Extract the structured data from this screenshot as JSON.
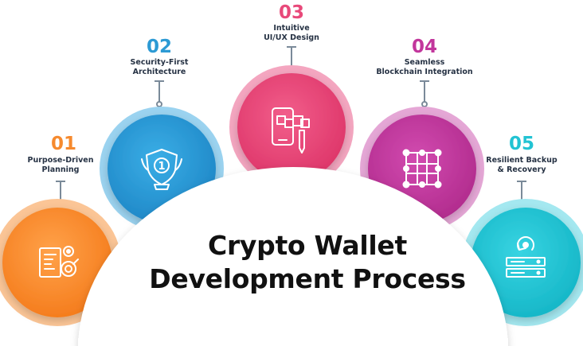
{
  "title": {
    "line1": "Crypto Wallet",
    "line2": "Development Process"
  },
  "steps": [
    {
      "number": "01",
      "label_line1": "Purpose-Driven",
      "label_line2": "Planning",
      "color": "#F68A2E",
      "icon": "planning-document-gears-icon"
    },
    {
      "number": "02",
      "label_line1": "Security-First",
      "label_line2": "Architecture",
      "color": "#2C9AD4",
      "icon": "shield-award-badge-icon"
    },
    {
      "number": "03",
      "label_line1": "Intuitive",
      "label_line2": "UI/UX Design",
      "color": "#E8497A",
      "icon": "mobile-ui-design-pencil-icon"
    },
    {
      "number": "04",
      "label_line1": "Seamless",
      "label_line2": "Blockchain Integration",
      "color": "#C2369C",
      "icon": "blockchain-network-icon"
    },
    {
      "number": "05",
      "label_line1": "Resilient Backup",
      "label_line2": "& Recovery",
      "color": "#22C3D3",
      "icon": "server-backup-refresh-icon"
    }
  ],
  "colors": {
    "connector": "#7A8A99",
    "label_text": "#263244",
    "title_text": "#111111"
  }
}
